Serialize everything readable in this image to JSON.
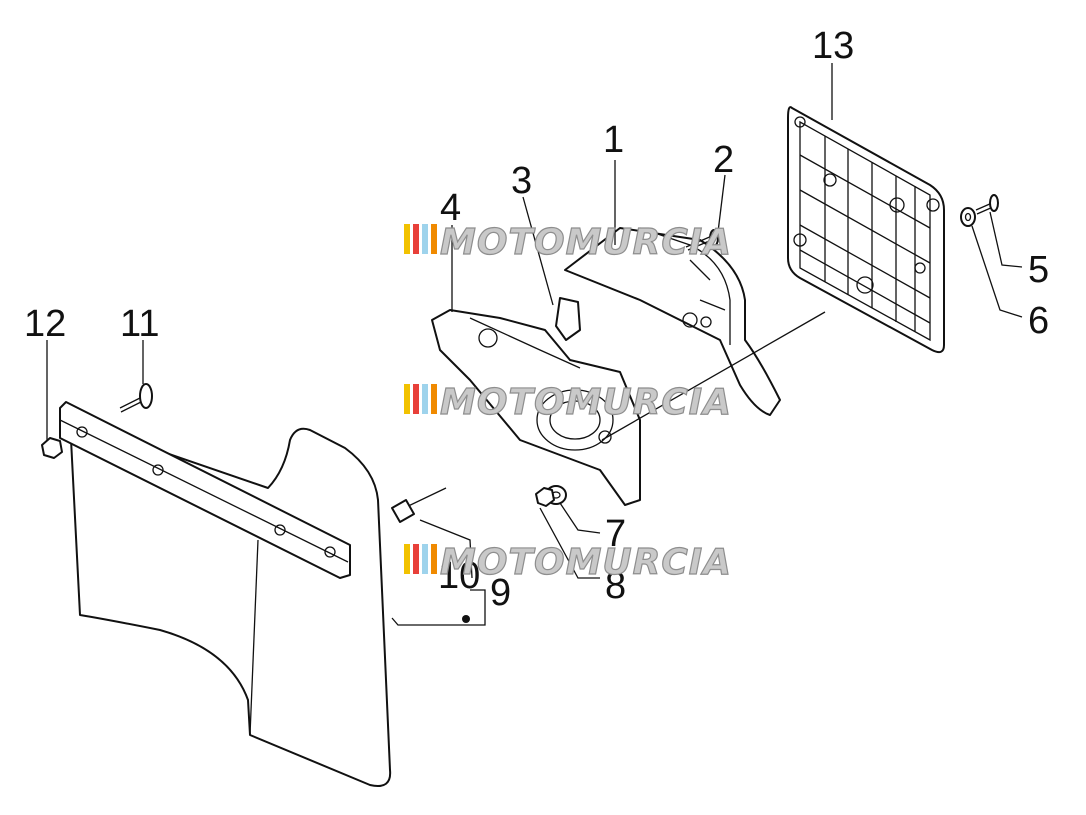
{
  "diagram": {
    "callouts": [
      "1",
      "2",
      "3",
      "4",
      "5",
      "6",
      "7",
      "8",
      "9",
      "10",
      "11",
      "12",
      "13"
    ]
  },
  "watermark": {
    "text": "MOTOMURCIA",
    "stripe_colors": [
      "#f2c200",
      "#e8403a",
      "#9ed3ec",
      "#f08a00"
    ]
  },
  "colors": {
    "line": "#111111",
    "background": "#ffffff",
    "watermark_fill": "#c9c9c9"
  }
}
